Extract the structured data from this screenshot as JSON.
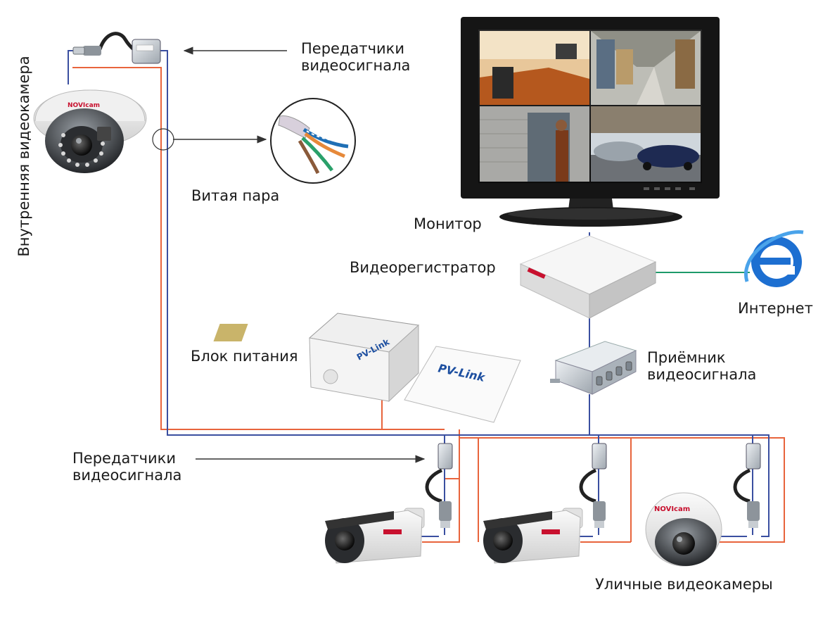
{
  "labels": {
    "transmitters_top": "Передатчики\nвидеосигнала",
    "indoor_camera": "Внутренняя видеокамера",
    "twisted_pair": "Витая пара",
    "monitor": "Монитор",
    "dvr": "Видеорегистратор",
    "internet": "Интернет",
    "power_supply": "Блок питания",
    "receiver": "Приёмник\nвидеосигнала",
    "transmitters_bottom": "Передатчики\nвидеосигнала",
    "outdoor_cameras": "Уличные видеокамеры"
  },
  "brands": {
    "camera_brand": "NOVIcam",
    "psu_brand": "PV-Link"
  },
  "colors": {
    "video_line": "#3a4fa0",
    "power_line": "#e8643c",
    "network_line": "#1e9a6a",
    "arrow": "#333333",
    "ie_logo": "#1d6fd1"
  }
}
